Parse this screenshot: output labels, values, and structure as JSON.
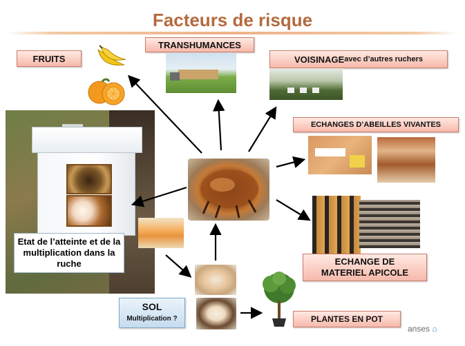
{
  "title": "Facteurs de risque",
  "labels": {
    "fruits": "FRUITS",
    "transhumances": "TRANSHUMANCES",
    "voisinage_main": "VOISINAGE",
    "voisinage_rest": " avec d’autres ruchers",
    "echanges_abeilles": "ECHANGES D’ABEILLES VIVANTES",
    "echange_materiel_line1": "ECHANGE DE",
    "echange_materiel_line2": "MATERIEL APICOLE",
    "sol_title": "SOL",
    "sol_subtitle": "Multiplication ?",
    "plantes": "PLANTES EN POT",
    "hive_caption": "Etat de l’atteinte et de la multiplication dans la ruche"
  },
  "footer": {
    "logo_text": "anses"
  },
  "colors": {
    "title": "#b46a3e",
    "label_fill": "#f7b9ab",
    "label_border": "#c97d6b",
    "blue_label_fill": "#c6dcef",
    "arrow": "#000000"
  },
  "icons": {
    "banana": "banana-icon",
    "orange": "orange-icon",
    "beetle": "small-hive-beetle-photo",
    "plant": "potted-plant-icon"
  }
}
